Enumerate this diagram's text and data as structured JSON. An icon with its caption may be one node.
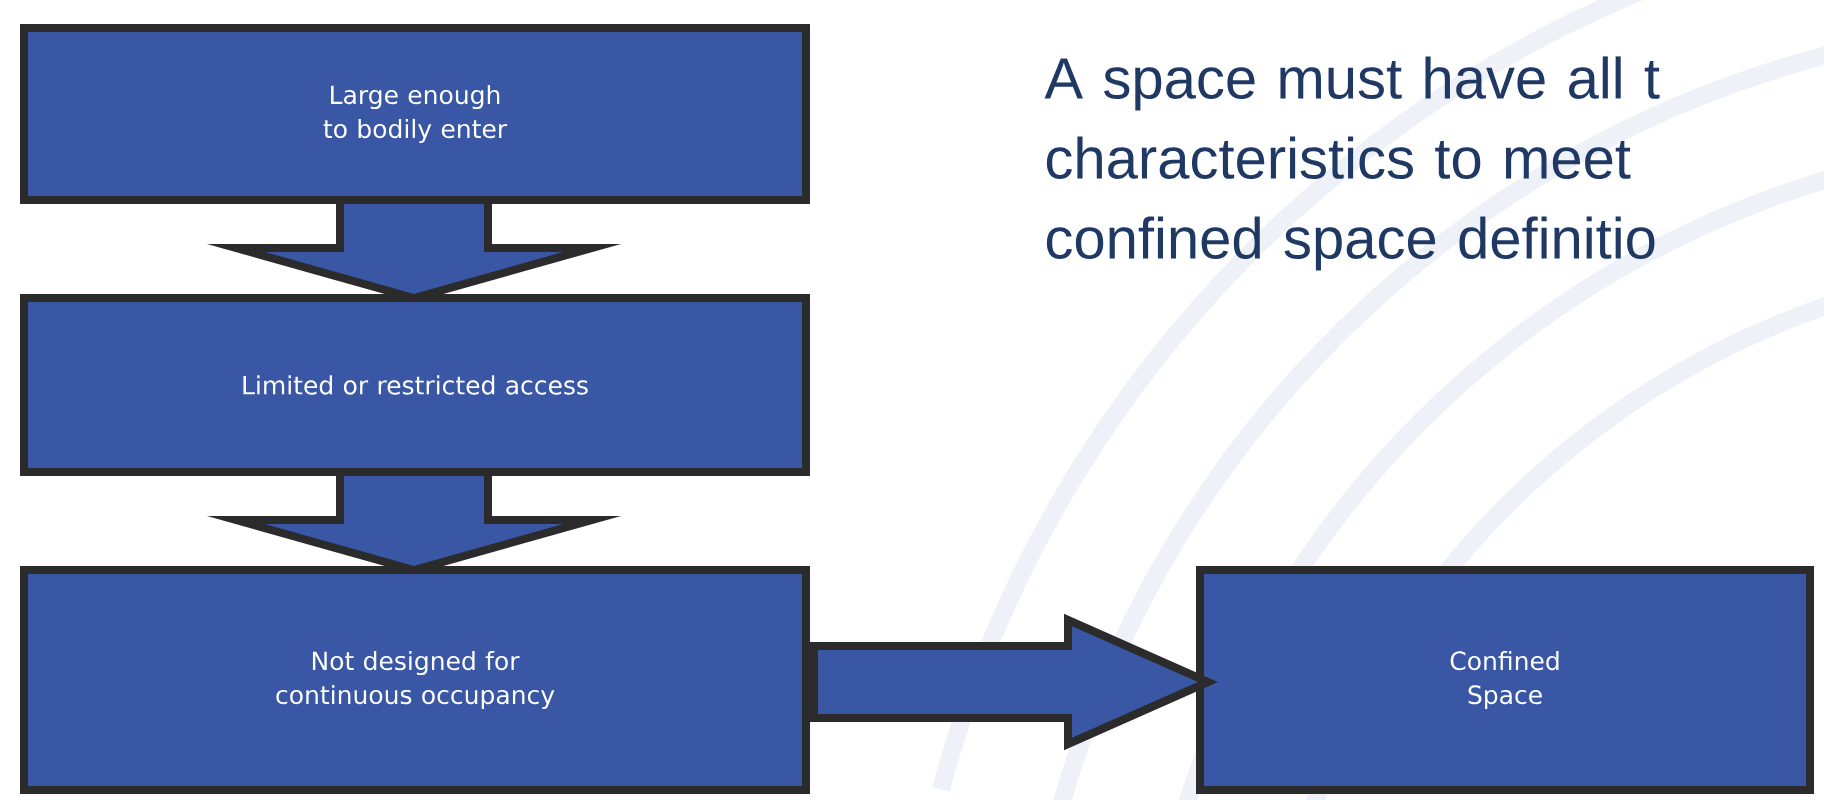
{
  "diagram": {
    "title": "A space must have all t characteristics to meet confined space definitio",
    "nodes": [
      {
        "text": [
          "Large enough to bodily enter"
        ]
      },
      {
        "text": [
          "Limited or restricted access"
        ]
      },
      {
        "text": [
          "Not designed for continuous occupancy"
        ]
      },
      {
        "text": [
          "Confined Space"
        ]
      }
    ],
    "edges": [
      {
        "from": 0,
        "to": 1,
        "arrow": "to"
      },
      {
        "from": 1,
        "to": 2,
        "arrow": "to"
      },
      {
        "from": 2,
        "to": 3,
        "arrow": "to"
      }
    ]
  }
}
